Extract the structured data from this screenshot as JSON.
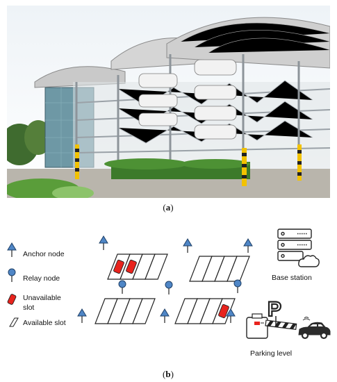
{
  "caption_a": {
    "open": "(",
    "letter": "a",
    "close": ")"
  },
  "caption_b": {
    "open": "(",
    "letter": "b",
    "close": ")"
  },
  "legend": {
    "anchor": "Anchor node",
    "relay": "Relay node",
    "unavailable_1": "Unavailable",
    "unavailable_2": "slot",
    "available": "Available slot"
  },
  "labels": {
    "base_station": "Base station",
    "parking_level": "Parking level",
    "parking_sign": "P"
  },
  "colors": {
    "node_blue": "#4f86c6",
    "node_stroke": "#1e3f66",
    "occupied_red": "#e8231d"
  }
}
